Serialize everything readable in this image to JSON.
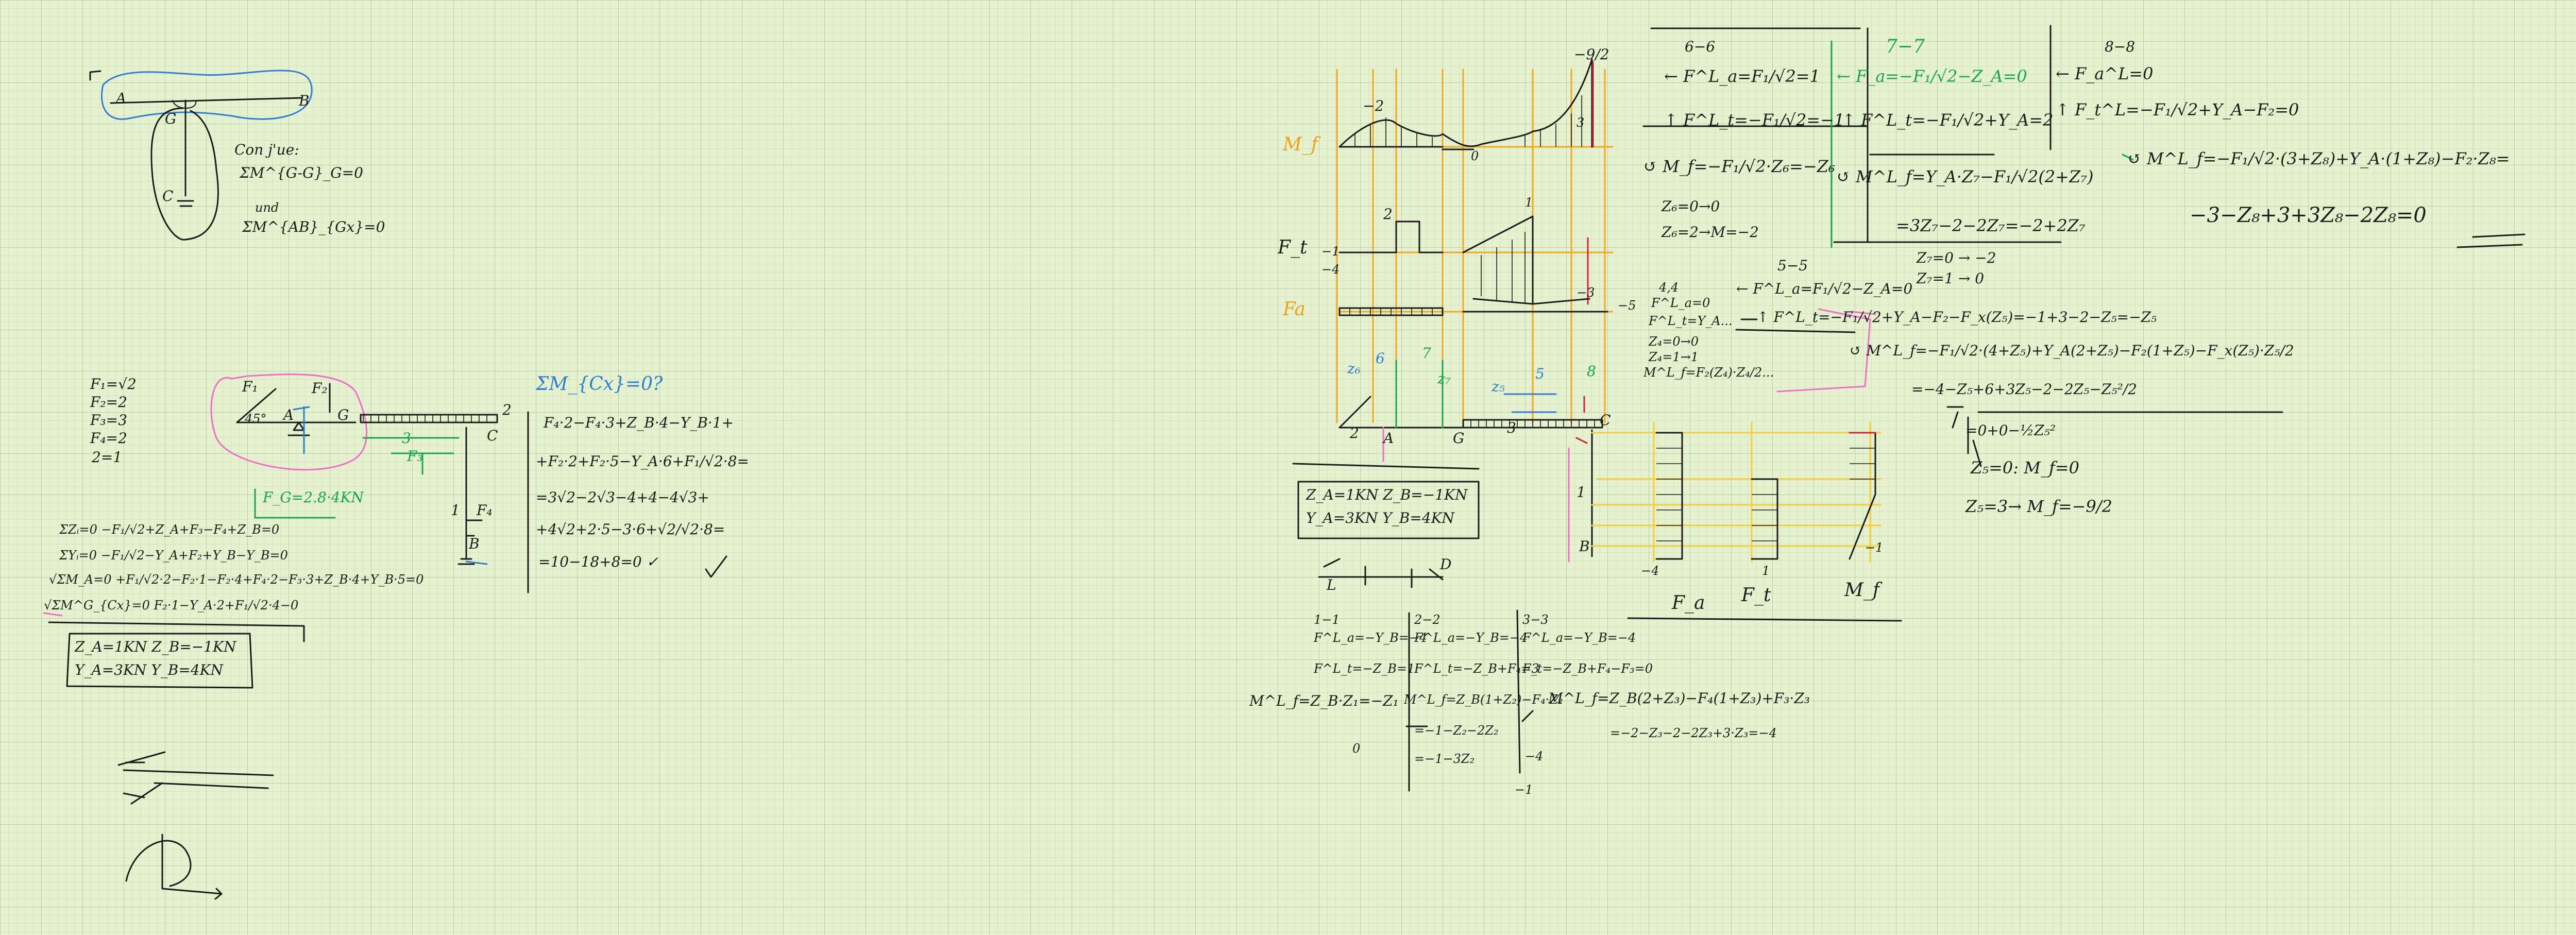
{
  "colors": {
    "background": "#e6f2cf",
    "grid": "#9cc18a",
    "ink": "#1a1a1a",
    "green": "#18a64c",
    "blue": "#2f7fd1",
    "orange": "#f2a81e",
    "yellow": "#f4cf3a",
    "pink": "#ef6fc8",
    "red": "#d11f3c"
  },
  "left": {
    "top_sketch": {
      "labels": {
        "A": "A",
        "B": "B",
        "G": "G",
        "C": "C"
      },
      "note": [
        "Con j'ue:",
        "ΣM^{G-G}_G=0",
        "und",
        "ΣM^{AB}_{Gx}=0"
      ]
    },
    "givens": [
      "F₁=√2",
      "F₂=2",
      "F₃=3",
      "F₄=2",
      "2=1"
    ],
    "frame_labels": {
      "F1": "F₁",
      "F2": "F₂",
      "A": "A",
      "G": "G",
      "C": "C",
      "B": "B",
      "F3": "F₃",
      "F4": "F₄",
      "dim45": "45°",
      "g2": "2",
      "g3": "3",
      "g1": "1"
    },
    "green_note": "F_G=2.8·4KN",
    "blue_note": "ΣM_{Cx}=0?",
    "eq_list": [
      "ΣZᵢ=0   −F₁/√2+Z_A+F₃−F₄+Z_B=0",
      "ΣYᵢ=0   −F₁/√2−Y_A+F₂+Y_B−Y_B=0",
      "√ΣM_A=0  +F₁/√2·2−F₂·1−F₂·4+F₄·2−F₃·3+Z_B·4+Y_B·5=0",
      "√ΣM^G_{Cx}=0   F₂·1−Y_A·2+F₁/√2·4−0"
    ],
    "box": [
      "Z_A=1KN   Z_B=−1KN",
      "Y_A=3KN   Y_B=4KN"
    ],
    "check": [
      "F₄·2−F₄·3+Z_B·4−Y_B·1+",
      "+F₂·2+F₂·5−Y_A·6+F₁/√2·8=",
      "=3√2−2√3−4+4−4√3+",
      "+4√2+2·5−3·6+√2/√2·8=",
      "=10−18+8=0  ✓"
    ]
  },
  "right": {
    "diagram_labels": {
      "Mf": "M_f",
      "Ft": "F_t",
      "Fa": "Fa",
      "m2": "−2",
      "v2": "2",
      "vm4": "−4",
      "v1": "1",
      "vm1": "−1",
      "v0": "0",
      "vm3": "−3",
      "top": "−9/2",
      "vm5": "−5",
      "s3": "3"
    },
    "beam_labels": {
      "A": "A",
      "G": "G",
      "C": "C",
      "B": "B",
      "d2": "2",
      "d3": "3",
      "d1": "1",
      "z6": "z₆",
      "z5": "z₅",
      "z7": "z₇",
      "n6": "6",
      "n7": "7",
      "n5": "5",
      "n8": "8"
    },
    "reactions_box": [
      "Z_A=1KN   Z_B=−1KN",
      "Y_A=3KN   Y_B=4KN"
    ],
    "section_legend": {
      "L": "L",
      "D": "D"
    },
    "sections_11_22_33": {
      "h1": "1−1",
      "h2": "2−2",
      "h3": "3−3",
      "a": [
        "F^L_a=−Y_B=−4",
        "F^L_a=−Y_B=−4",
        "F^L_a=−Y_B=−4"
      ],
      "t": [
        "F^L_t=−Z_B=1",
        "F^L_t=−Z_B+F₄=3",
        "F_t=−Z_B+F₄−F₃=0"
      ],
      "m1": "M^L_f=Z_B·Z₁=−Z₁",
      "m2": [
        "M^L_f=Z_B(1+Z₂)−F₄·Z₂",
        "=−1−Z₂−2Z₂",
        "=−1−3Z₂"
      ],
      "m3": [
        "M^L_f=Z_B(2+Z₃)−F₄(1+Z₃)+F₃·Z₃",
        "=−2−Z₃−2−2Z₃+3·Z₃=−4"
      ],
      "minor": {
        "zero": "0",
        "m1": "−1",
        "m4": "−4"
      }
    },
    "sec66": {
      "h": "6−6",
      "lines": [
        "← F^L_a=F₁/√2=1",
        "↑ F^L_t=−F₁/√2=−1",
        "↺ M_f=−F₁/√2·Z₆=−Z₆",
        "Z₆=0→0",
        "Z₆=2→M=−2"
      ]
    },
    "sec77": {
      "h": "7−7",
      "lines": [
        "← F_a=−F₁/√2−Z_A=0",
        "↑ F^L_t=−F₁/√2+Y_A=2",
        "↺ M^L_f=Y_A·Z₇−F₁/√2(2+Z₇)",
        "=3Z₇−2−2Z₇=−2+2Z₇",
        "Z₇=0 → −2",
        "Z₇=1 → 0"
      ]
    },
    "sec88": {
      "h": "8−8",
      "lines": [
        "← F_a^L=0",
        "↑ F_t^L=−F₁/√2+Y_A−F₂=0",
        "↺ M^L_f=−F₁/√2·(3+Z₈)+Y_A·(1+Z₈)−F₂·Z₈=",
        "−3−Z₈+3+3Z₈−2Z₈=0"
      ]
    },
    "sec55": {
      "h": "5−5",
      "lines": [
        "← F^L_a=F₁/√2−Z_A=0",
        "↑ F^L_t=−F₁/√2+Y_A−F₂−F_x(Z₅)=−1+3−2−Z₅=−Z₅",
        "↺ M^L_f=−F₁/√2·(4+Z₅)+Y_A(2+Z₅)−F₂(1+Z₅)−F_x(Z₅)·Z₅/2",
        "=−4−Z₅+6+3Z₅−2−2Z₅−Z₅²/2",
        "=0+0−½Z₅²",
        "Z₅=0:  M_f=0",
        "Z₅=3→  M_f=−9/2"
      ]
    },
    "column": {
      "Fa": "F_a",
      "Ft": "F_t",
      "Mf": "M_f",
      "vm4": "−4",
      "v1": "1",
      "vm1": "−1"
    },
    "tiny_notes": [
      "4,4",
      "F^L_a=0",
      "F^L_t=Y_A...",
      "Z₄=0→0",
      "Z₄=1→1",
      "M^L_f=F₂(Z₄)·Z₄/2..."
    ]
  }
}
